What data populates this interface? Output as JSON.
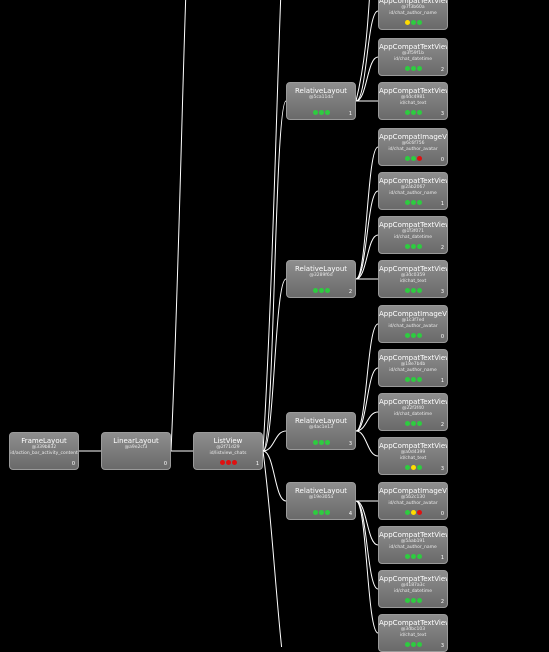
{
  "colors": {
    "background": "#000000",
    "wire": "#ffffff",
    "green": "#2ecc40",
    "yellow": "#ffdc00",
    "red": "#e01010"
  },
  "nodes": [
    {
      "id": "frame-layout",
      "cls": "FrameLayout",
      "hash": "@339b832",
      "rid": "id/action_bar_activity_content",
      "index": "0",
      "lights": []
    },
    {
      "id": "linear-layout",
      "cls": "LinearLayout",
      "hash": "@a9e2cf3",
      "rid": "",
      "index": "0",
      "lights": []
    },
    {
      "id": "list-view",
      "cls": "ListView",
      "hash": "@2f71d29",
      "rid": "id/listview_chats",
      "index": "1",
      "lights": [
        "red",
        "red",
        "red"
      ]
    },
    {
      "id": "relative-layout-1",
      "cls": "RelativeLayout",
      "hash": "@5ca11da",
      "rid": "",
      "index": "1",
      "lights": [
        "green",
        "green",
        "green"
      ]
    },
    {
      "id": "relative-layout-2",
      "cls": "RelativeLayout",
      "hash": "@3289f6d",
      "rid": "",
      "index": "2",
      "lights": [
        "green",
        "green",
        "green"
      ]
    },
    {
      "id": "relative-layout-3",
      "cls": "RelativeLayout",
      "hash": "@4ac1e13",
      "rid": "",
      "index": "3",
      "lights": [
        "green",
        "green",
        "green"
      ]
    },
    {
      "id": "relative-layout-4",
      "cls": "RelativeLayout",
      "hash": "@19e305a",
      "rid": "",
      "index": "4",
      "lights": [
        "green",
        "green",
        "green"
      ]
    },
    {
      "id": "tv-top-0",
      "cls": "AppCompatTextView",
      "hash": "@7f3b60a",
      "rid": "id/chat_author_name",
      "index": "",
      "lights": [
        "yellow",
        "green",
        "green"
      ]
    },
    {
      "id": "tv-top-1",
      "cls": "AppCompatTextView",
      "hash": "@3f59f1b",
      "rid": "id/chat_datetime",
      "index": "2",
      "lights": [
        "green",
        "green",
        "green"
      ]
    },
    {
      "id": "tv-top-2",
      "cls": "AppCompatTextView",
      "hash": "@4dc4981",
      "rid": "id/chat_text",
      "index": "3",
      "lights": [
        "green",
        "green",
        "green"
      ]
    },
    {
      "id": "iv-2-0",
      "cls": "AppCompatImageView",
      "hash": "@6c6f756",
      "rid": "id/chat_author_avatar",
      "index": "0",
      "lights": [
        "green",
        "green",
        "red"
      ]
    },
    {
      "id": "tv-2-1",
      "cls": "AppCompatTextView",
      "hash": "@2ab2067",
      "rid": "id/chat_author_name",
      "index": "1",
      "lights": [
        "green",
        "green",
        "green"
      ]
    },
    {
      "id": "tv-2-2",
      "cls": "AppCompatTextView",
      "hash": "@1f3f071",
      "rid": "id/chat_datetime",
      "index": "2",
      "lights": [
        "green",
        "green",
        "green"
      ]
    },
    {
      "id": "tv-2-3",
      "cls": "AppCompatTextView",
      "hash": "@3dc0359",
      "rid": "id/chat_text",
      "index": "3",
      "lights": [
        "green",
        "green",
        "green"
      ]
    },
    {
      "id": "iv-3-0",
      "cls": "AppCompatImageView",
      "hash": "@1c3f7ed",
      "rid": "id/chat_author_avatar",
      "index": "0",
      "lights": [
        "green",
        "green",
        "green"
      ]
    },
    {
      "id": "tv-3-1",
      "cls": "AppCompatTextView",
      "hash": "@18e7b4b",
      "rid": "id/chat_author_name",
      "index": "1",
      "lights": [
        "green",
        "green",
        "green"
      ]
    },
    {
      "id": "tv-3-2",
      "cls": "AppCompatTextView",
      "hash": "@22f3f40",
      "rid": "id/chat_datetime",
      "index": "2",
      "lights": [
        "green",
        "green",
        "green"
      ]
    },
    {
      "id": "tv-3-3",
      "cls": "AppCompatTextView",
      "hash": "@a0d4399",
      "rid": "id/chat_text",
      "index": "3",
      "lights": [
        "green",
        "yellow",
        "green"
      ]
    },
    {
      "id": "iv-4-0",
      "cls": "AppCompatImageView",
      "hash": "@5b2c130",
      "rid": "id/chat_author_avatar",
      "index": "0",
      "lights": [
        "green",
        "yellow",
        "red"
      ]
    },
    {
      "id": "tv-4-1",
      "cls": "AppCompatTextView",
      "hash": "@5aab191",
      "rid": "id/chat_author_name",
      "index": "1",
      "lights": [
        "green",
        "green",
        "green"
      ]
    },
    {
      "id": "tv-4-2",
      "cls": "AppCompatTextView",
      "hash": "@4187a3c",
      "rid": "id/chat_datetime",
      "index": "2",
      "lights": [
        "green",
        "green",
        "green"
      ]
    },
    {
      "id": "tv-4-3",
      "cls": "AppCompatTextView",
      "hash": "@3dbc103",
      "rid": "id/chat_text",
      "index": "3",
      "lights": [
        "green",
        "green",
        "green"
      ]
    }
  ]
}
